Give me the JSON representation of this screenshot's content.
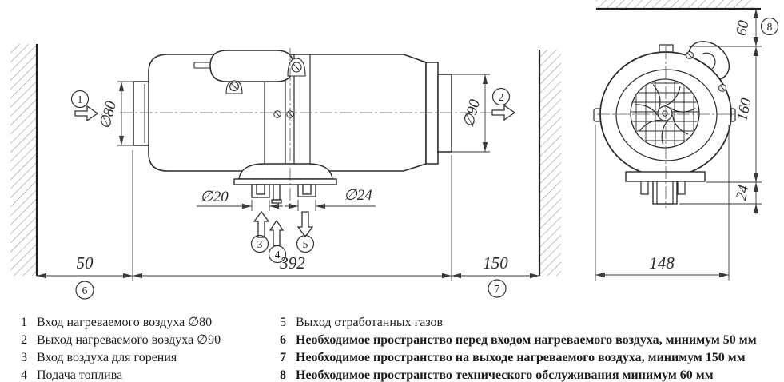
{
  "drawing_title": "air-heater-installation-drawing",
  "dims": {
    "d80": "∅80",
    "d90": "∅90",
    "d20": "∅20",
    "d24": "∅24",
    "len50": "50",
    "len392": "392",
    "len150": "150",
    "gap60": "60",
    "h160": "160",
    "h24": "24",
    "w148": "148"
  },
  "callouts": {
    "c1": "1",
    "c2": "2",
    "c3": "3",
    "c4": "4",
    "c5": "5",
    "c6": "6",
    "c7": "7",
    "c8": "8"
  },
  "legend": {
    "items": [
      {
        "num": "1",
        "text": "Вход нагреваемого воздуха ∅80"
      },
      {
        "num": "2",
        "text": "Выход нагреваемого воздуха ∅90"
      },
      {
        "num": "3",
        "text": "Вход воздуха для горения"
      },
      {
        "num": "4",
        "text": "Подача топлива"
      },
      {
        "num": "5",
        "text": "Выход отработанных газов"
      },
      {
        "num": "6",
        "text": "Необходимое пространство перед входом нагреваемого воздуха, минимум 50 мм"
      },
      {
        "num": "7",
        "text": "Необходимое пространство на выходе нагреваемого воздуха, минимум 150 мм"
      },
      {
        "num": "8",
        "text": "Необходимое пространство технического обслуживания минимум 60 мм"
      }
    ]
  }
}
